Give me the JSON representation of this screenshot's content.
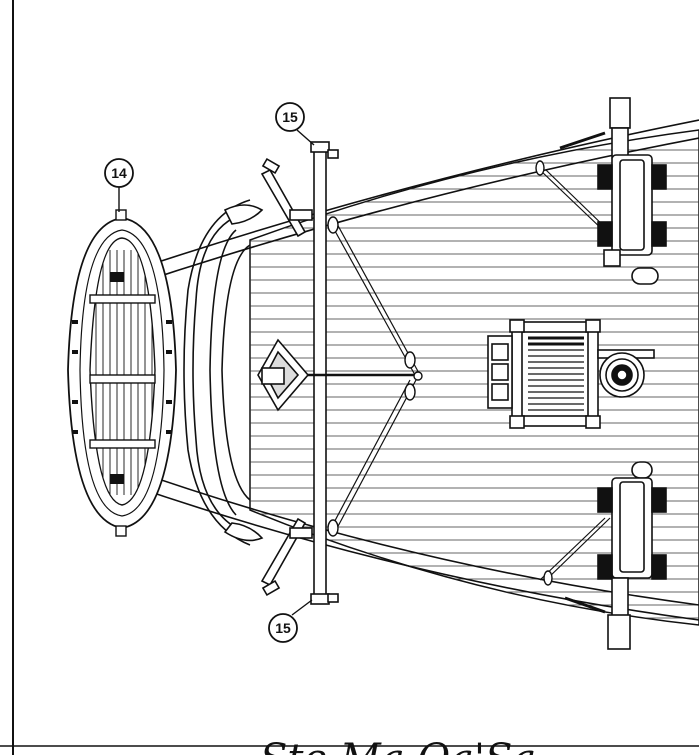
{
  "callouts": [
    {
      "id": "boat",
      "label": "14"
    },
    {
      "id": "davit-upper",
      "label": "15"
    },
    {
      "id": "davit-lower",
      "label": "15"
    }
  ],
  "colors": {
    "ink": "#111111",
    "paper": "#ffffff",
    "deck-fill": "#ffffff"
  },
  "title_fragment": "Ste Ma Oa'Sa"
}
